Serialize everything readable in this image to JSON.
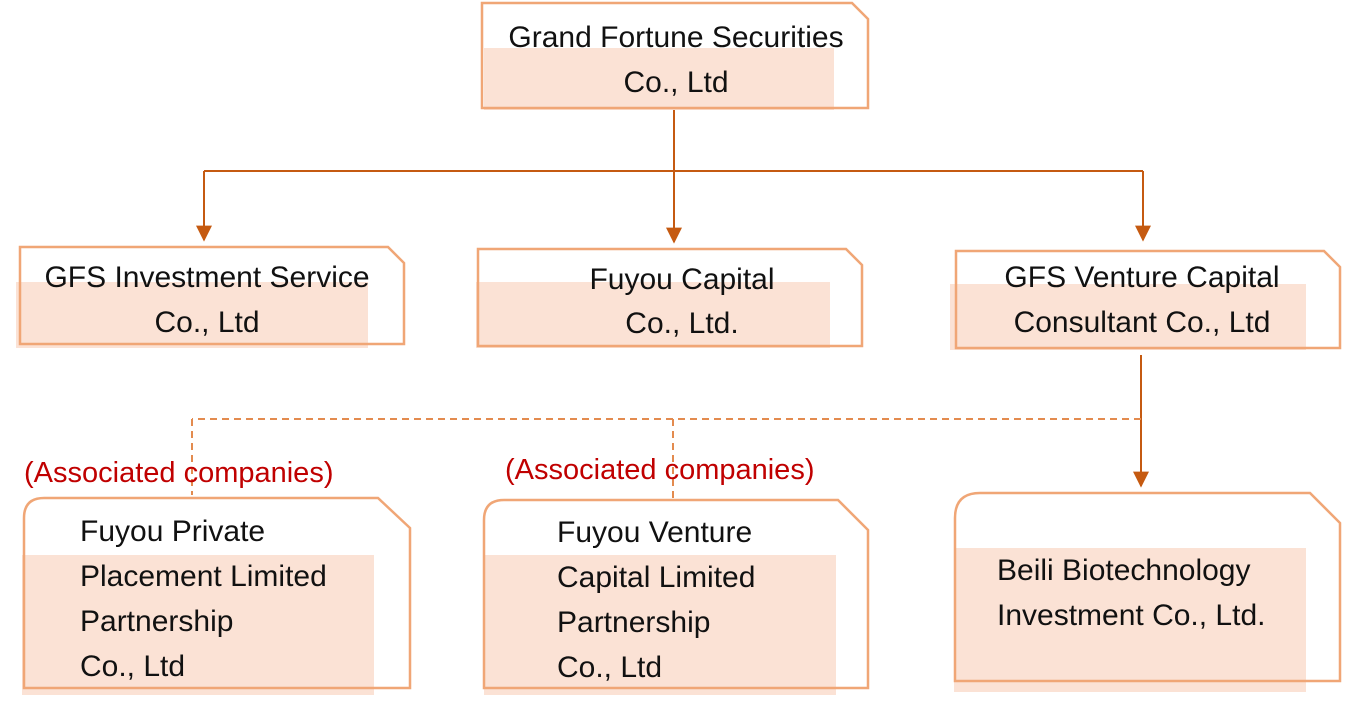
{
  "colors": {
    "box_border": "#f0a676",
    "box_shade": "#fbe2d5",
    "connector": "#c55a11",
    "dashed_connector": "#e38b4f",
    "associated_label": "#c00000",
    "text": "#111111"
  },
  "nodes": {
    "parent": {
      "lines": [
        "Grand Fortune Securities",
        "Co., Ltd"
      ]
    },
    "gfs_investment_service": {
      "lines": [
        "GFS Investment Service",
        "Co., Ltd"
      ]
    },
    "fuyou_capital": {
      "lines": [
        "Fuyou Capital",
        "Co., Ltd."
      ]
    },
    "gfs_venture_capital": {
      "lines": [
        "GFS Venture Capital",
        "Consultant Co., Ltd"
      ]
    },
    "fuyou_private_placement": {
      "lines": [
        "Fuyou Private",
        "Placement Limited",
        "Partnership",
        "Co., Ltd"
      ]
    },
    "fuyou_venture_capital": {
      "lines": [
        "Fuyou Venture",
        "Capital Limited",
        "Partnership",
        "Co., Ltd"
      ]
    },
    "beili_biotechnology": {
      "lines": [
        "Beili Biotechnology",
        "Investment Co., Ltd."
      ]
    }
  },
  "annotations": {
    "associated_left": "(Associated companies)",
    "associated_middle": "(Associated companies)"
  },
  "edges": [
    {
      "from": "parent",
      "to": "gfs_investment_service",
      "style": "solid"
    },
    {
      "from": "parent",
      "to": "fuyou_capital",
      "style": "solid"
    },
    {
      "from": "parent",
      "to": "gfs_venture_capital",
      "style": "solid"
    },
    {
      "from": "gfs_venture_capital",
      "to": "beili_biotechnology",
      "style": "solid"
    },
    {
      "from": "gfs_venture_capital",
      "to": "fuyou_private_placement",
      "style": "dashed"
    },
    {
      "from": "gfs_venture_capital",
      "to": "fuyou_venture_capital",
      "style": "dashed"
    }
  ]
}
